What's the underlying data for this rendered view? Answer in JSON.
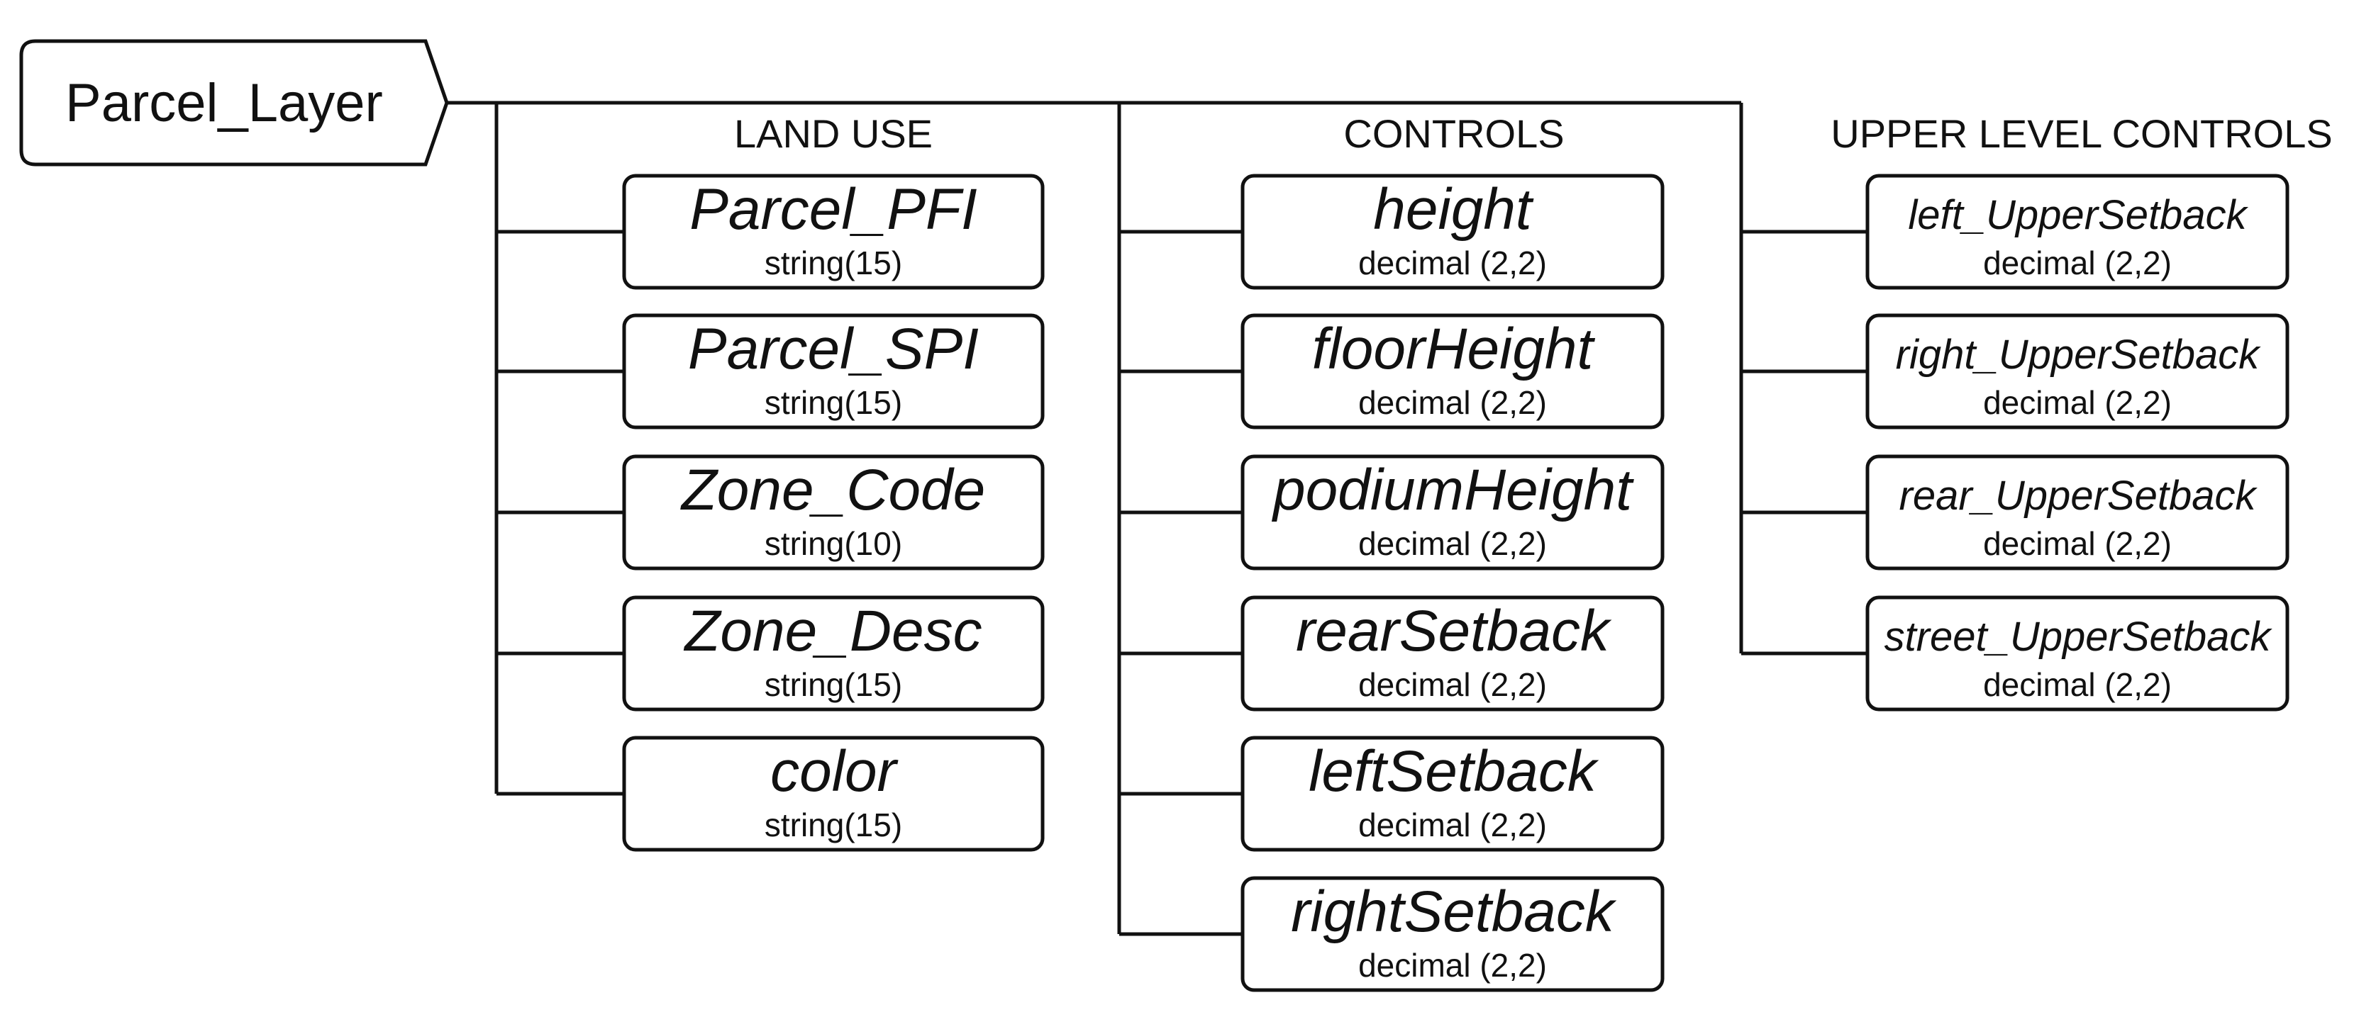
{
  "root": {
    "label": "Parcel_Layer"
  },
  "groups": [
    {
      "heading": "LAND USE",
      "fields": [
        {
          "name": "Parcel_PFI",
          "type": "string(15)"
        },
        {
          "name": "Parcel_SPI",
          "type": "string(15)"
        },
        {
          "name": "Zone_Code",
          "type": "string(10)"
        },
        {
          "name": "Zone_Desc",
          "type": "string(15)"
        },
        {
          "name": "color",
          "type": "string(15)"
        }
      ]
    },
    {
      "heading": "CONTROLS",
      "fields": [
        {
          "name": "height",
          "type": "decimal (2,2)"
        },
        {
          "name": "floorHeight",
          "type": "decimal (2,2)"
        },
        {
          "name": "podiumHeight",
          "type": "decimal (2,2)"
        },
        {
          "name": "rearSetback",
          "type": "decimal (2,2)"
        },
        {
          "name": "leftSetback",
          "type": "decimal (2,2)"
        },
        {
          "name": "rightSetback",
          "type": "decimal (2,2)"
        }
      ]
    },
    {
      "heading": "UPPER LEVEL CONTROLS",
      "fields": [
        {
          "name": "left_UpperSetback",
          "type": "decimal (2,2)"
        },
        {
          "name": "right_UpperSetback",
          "type": "decimal (2,2)"
        },
        {
          "name": "rear_UpperSetback",
          "type": "decimal (2,2)"
        },
        {
          "name": "street_UpperSetback",
          "type": "decimal (2,2)"
        }
      ]
    }
  ]
}
